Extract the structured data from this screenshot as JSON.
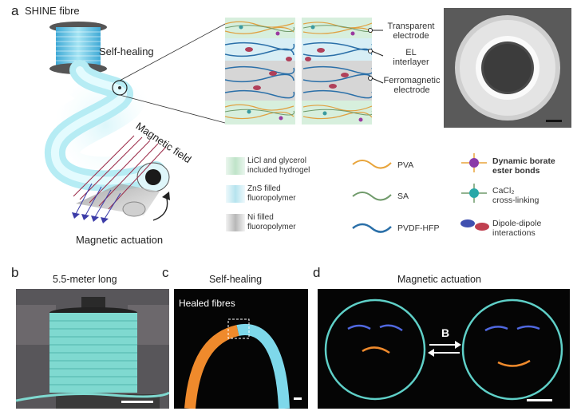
{
  "figure": {
    "panel_a": {
      "letter": "a",
      "shine_fibre": "SHINE fibre",
      "self_healing": "Self-healing",
      "magnetic_field": "Magnetic field",
      "magnetic_actuation": "Magnetic actuation",
      "layers": {
        "top": [
          "Transparent",
          "electrode"
        ],
        "mid": [
          "EL",
          "interlayer"
        ],
        "bottom": [
          "Ferromagnetic",
          "electrode"
        ]
      },
      "legend": {
        "hydrogel": [
          "LiCl and glycerol",
          "included hydrogel"
        ],
        "zns": [
          "ZnS filled",
          "fluoropolymer"
        ],
        "ni": [
          "Ni filled",
          "fluoropolymer"
        ],
        "pva": "PVA",
        "sa": "SA",
        "pvdf": "PVDF-HFP",
        "borate": [
          "Dynamic borate",
          "ester bonds"
        ],
        "cacl": [
          "CaCl₂",
          "cross-linking"
        ],
        "dipole": [
          "Dipole-dipole",
          "interactions"
        ]
      }
    },
    "panel_b": {
      "letter": "b",
      "title": "5.5-meter long"
    },
    "panel_c": {
      "letter": "c",
      "title": "Self-healing",
      "overlay": "Healed fibres"
    },
    "panel_d": {
      "letter": "d",
      "title": "Magnetic actuation",
      "field_symbol": "B"
    },
    "colors": {
      "fibre_cyan": "#6fe3e6",
      "hydrogel_green": "#cfead8",
      "zns_blue": "#bfe6ef",
      "ni_gray": "#c8c8c8",
      "pva_orange": "#e8a43a",
      "sa_green": "#6f9a6a",
      "pvdf_blue": "#2a6fa8",
      "healed_orange": "#ef8a2c"
    }
  }
}
